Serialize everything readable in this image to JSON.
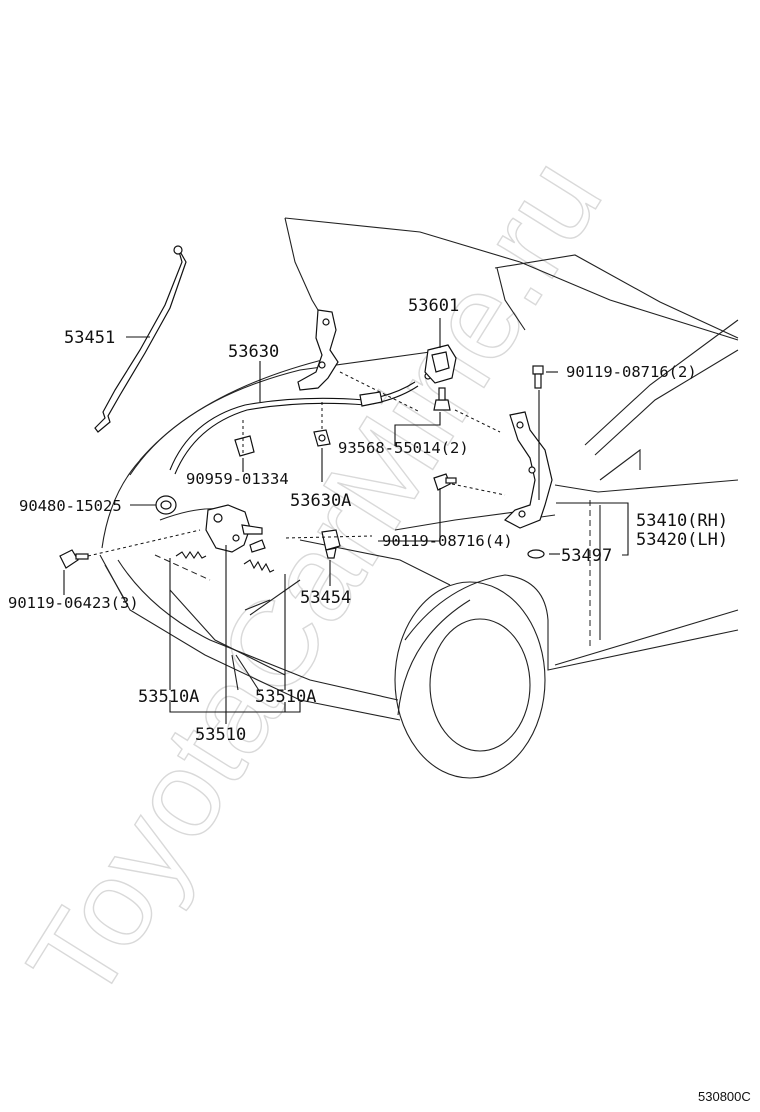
{
  "watermark": "ToyotaCarMine.ru",
  "labels": {
    "p53451": "53451",
    "p53630": "53630",
    "p53601": "53601",
    "p90119_2": "90119-08716(2)",
    "p93568": "93568-55014(2)",
    "p90959": "90959-01334",
    "p53630A": "53630A",
    "p90480": "90480-15025",
    "p53410": "53410(RH)",
    "p53420": "53420(LH)",
    "p90119_4": "90119-08716(4)",
    "p53497": "53497",
    "p90119_06423": "90119-06423(3)",
    "p53454": "53454",
    "p53510A_left": "53510A",
    "p53510A_right": "53510A",
    "p53510": "53510"
  },
  "diagram_ref": "530800C"
}
